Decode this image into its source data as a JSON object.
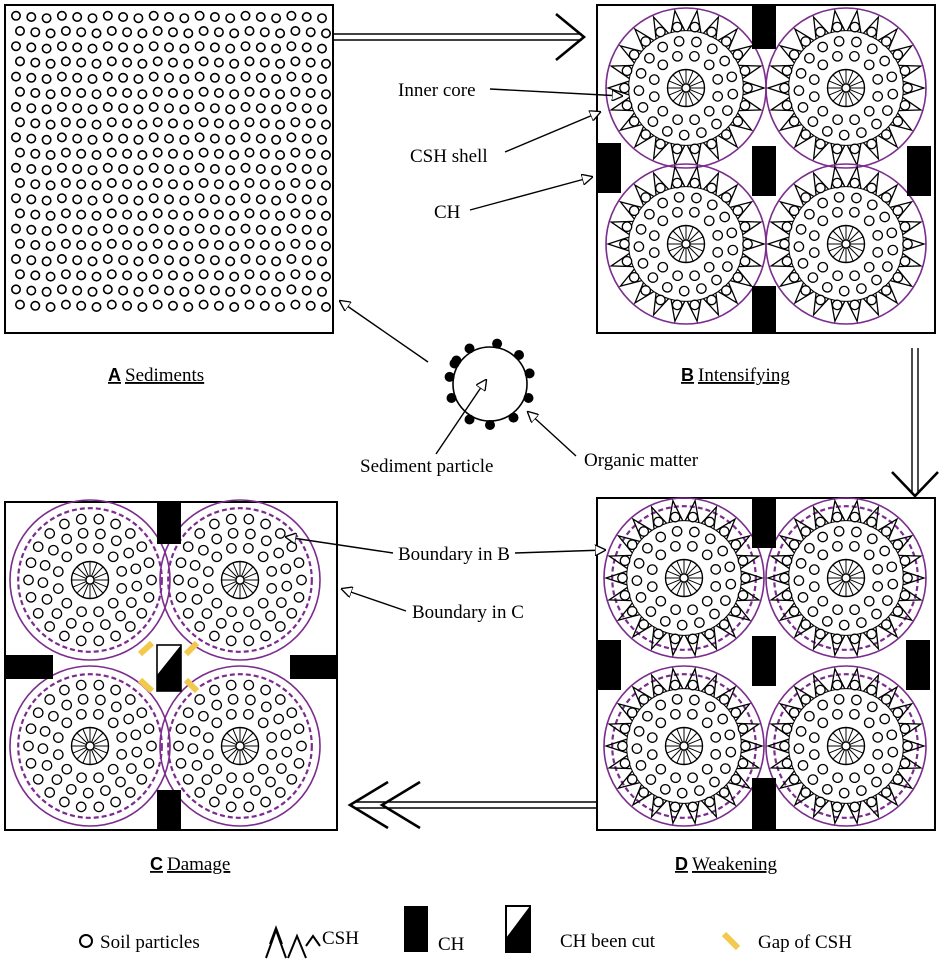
{
  "panels": {
    "A": {
      "letter": "A",
      "title": "Sediments"
    },
    "B": {
      "letter": "B",
      "title": "Intensifying"
    },
    "C": {
      "letter": "C",
      "title": "Damage"
    },
    "D": {
      "letter": "D",
      "title": "Weakening"
    }
  },
  "callouts": {
    "inner_core": "Inner core",
    "csh_shell": "CSH shell",
    "ch": "CH",
    "sediment_particle": "Sediment particle",
    "organic_matter": "Organic matter",
    "boundary_b": "Boundary in B",
    "boundary_c": "Boundary in C"
  },
  "legend": {
    "soil_particles": "Soil particles",
    "csh": "CSH",
    "ch": "CH",
    "ch_cut": "CH been cut",
    "gap_csh": "Gap of CSH"
  },
  "colors": {
    "line": "#000000",
    "boundary": "#7b2c8e",
    "gap": "#f2c94c"
  }
}
